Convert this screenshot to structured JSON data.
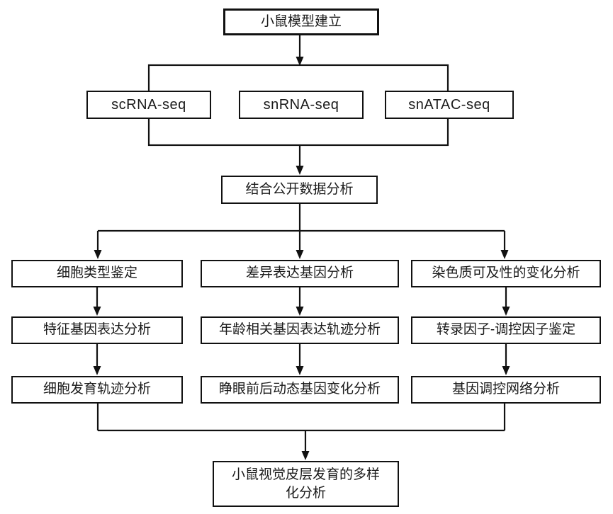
{
  "diagram": {
    "title": "Mouse visual cortex development multi-omics analysis flowchart",
    "colors": {
      "background": "#ffffff",
      "box_fill": "#ffffff",
      "box_border": "#111111",
      "line": "#111111",
      "text": "#1a1a1a"
    },
    "nodes": {
      "mouse_model": {
        "label": "小鼠模型建立"
      },
      "scrna_seq": {
        "label": "scRNA-seq"
      },
      "snrna_seq": {
        "label": "snRNA-seq"
      },
      "snatac_seq": {
        "label": "snATAC-seq"
      },
      "combine_public_data": {
        "label": "结合公开数据分析"
      },
      "cell_type_id": {
        "label": "细胞类型鉴定"
      },
      "marker_gene_expr": {
        "label": "特征基因表达分析"
      },
      "cell_dev_trajectory": {
        "label": "细胞发育轨迹分析"
      },
      "diff_expr_genes": {
        "label": "差异表达基因分析"
      },
      "age_related_traj": {
        "label": "年龄相关基因表达轨迹分析"
      },
      "eye_opening_dynamics": {
        "label": "睁眼前后动态基因变化分析"
      },
      "chromatin_access": {
        "label": "染色质可及性的变化分析"
      },
      "tf_regulator_id": {
        "label": "转录因子-调控因子鉴定"
      },
      "gene_reg_network": {
        "label": "基因调控网络分析"
      },
      "final_summary": {
        "label": "小鼠视觉皮层发育的多样化分析",
        "lines": [
          "小鼠视觉皮层发育的多样",
          "化分析"
        ]
      }
    },
    "edges": [
      {
        "from": "mouse_model",
        "to": "scRNA-seq / snRNA-seq / snATAC-seq (bracket)"
      },
      {
        "from": "bracket",
        "to": "combine_public_data"
      },
      {
        "from": "combine_public_data",
        "to": "cell_type_id"
      },
      {
        "from": "combine_public_data",
        "to": "diff_expr_genes"
      },
      {
        "from": "combine_public_data",
        "to": "chromatin_access"
      },
      {
        "from": "cell_type_id",
        "to": "marker_gene_expr"
      },
      {
        "from": "marker_gene_expr",
        "to": "cell_dev_trajectory"
      },
      {
        "from": "diff_expr_genes",
        "to": "age_related_traj"
      },
      {
        "from": "age_related_traj",
        "to": "eye_opening_dynamics"
      },
      {
        "from": "chromatin_access",
        "to": "tf_regulator_id"
      },
      {
        "from": "tf_regulator_id",
        "to": "gene_reg_network"
      },
      {
        "from": "converge_line",
        "to": "final_summary"
      }
    ]
  }
}
